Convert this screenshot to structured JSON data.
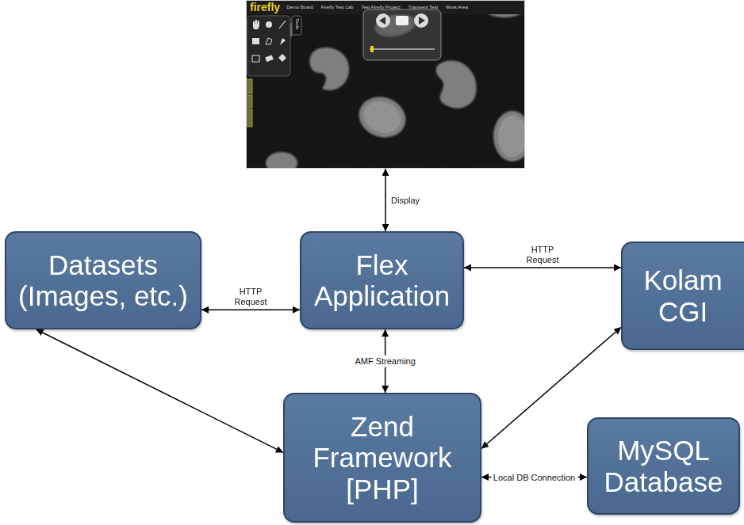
{
  "diagram": {
    "nodes": [
      {
        "text": [
          "firefly",
          "Demo Board",
          "Firefly Test Lab",
          "Test Firefly Project",
          "Transient Test",
          "Work Area",
          "Tools"
        ]
      },
      {
        "text": [
          "Datasets (Images, etc.)"
        ]
      },
      {
        "text": [
          "Flex Application"
        ]
      },
      {
        "text": [
          "Kolam CGI"
        ]
      },
      {
        "text": [
          "Zend Framework [PHP]"
        ]
      },
      {
        "text": [
          "MySQL Database"
        ]
      }
    ],
    "edges": [
      {
        "from": 0,
        "to": 2,
        "label": "Display",
        "arrow": "both"
      },
      {
        "from": 1,
        "to": 2,
        "label": "HTTP Request",
        "arrow": "both"
      },
      {
        "from": 2,
        "to": 3,
        "label": "HTTP Request",
        "arrow": "both"
      },
      {
        "from": 2,
        "to": 4,
        "label": "AMF Streaming",
        "arrow": "both"
      },
      {
        "from": 1,
        "to": 4,
        "arrow": "both"
      },
      {
        "from": 3,
        "to": 4,
        "arrow": "both"
      },
      {
        "from": 4,
        "to": 5,
        "label": "Local DB Connection",
        "arrow": "both"
      }
    ]
  }
}
